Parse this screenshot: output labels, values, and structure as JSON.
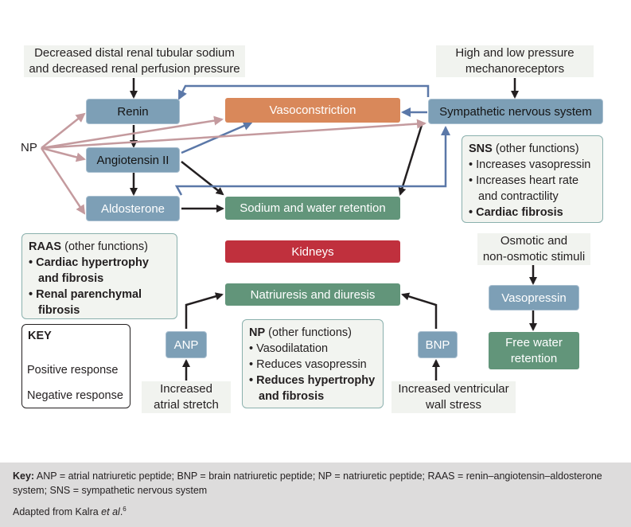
{
  "nodes": {
    "renin": "Renin",
    "angiotensin": "Angiotensin II",
    "aldosterone": "Aldosterone",
    "vasoconstriction": "Vasoconstriction",
    "sns": "Sympathetic nervous system",
    "sodium_retention": "Sodium and water retention",
    "kidneys": "Kidneys",
    "natriuresis": "Natriuresis and diuresis",
    "anp": "ANP",
    "bnp": "BNP",
    "vasopressin": "Vasopressin",
    "free_water_1": "Free water",
    "free_water_2": "retention",
    "np": "NP"
  },
  "captions": {
    "renal_1": "Decreased distal renal tubular sodium",
    "renal_2": "and decreased renal perfusion pressure",
    "mechano_1": "High and low pressure",
    "mechano_2": "mechanoreceptors",
    "osmotic_1": "Osmotic and",
    "osmotic_2": "non-osmotic stimuli",
    "atrial_1": "Increased",
    "atrial_2": "atrial stretch",
    "ventricular_1": "Increased ventricular",
    "ventricular_2": "wall stress"
  },
  "sns_panel": {
    "title": "SNS",
    "title_suffix": " (other functions)",
    "items": [
      "Increases vasopressin",
      "Increases heart rate and contractility"
    ],
    "bold_item": "Cardiac fibrosis"
  },
  "raas_panel": {
    "title": "RAAS",
    "title_suffix": " (other functions)",
    "bold_items": [
      "Cardiac hypertrophy and fibrosis",
      "Renal parenchymal fibrosis"
    ]
  },
  "np_panel": {
    "title": "NP",
    "title_suffix": " (other functions)",
    "items": [
      "Vasodilatation",
      "Reduces vasopressin"
    ],
    "bold_item": "Reduces hypertrophy and fibrosis"
  },
  "key": {
    "title": "KEY",
    "positive": "Positive response",
    "negative": "Negative response",
    "positive_color": "#5b78a8",
    "negative_color": "#c49a9e"
  },
  "footer": {
    "key_label": "Key:",
    "key_text": " ANP = atrial natriuretic peptide; BNP = brain natriuretic peptide; NP = natriuretic peptide; RAAS = renin–angiotensin–aldosterone system; SNS = sympathetic nervous system",
    "adapted_prefix": "Adapted from Kalra ",
    "adapted_italic": "et al",
    "adapted_suffix": ".",
    "superscript": "6"
  },
  "colors": {
    "blue_box": "#7d9fb6",
    "green_box": "#62957a",
    "orange_box": "#d9885a",
    "red_box": "#c0303d",
    "panel_border": "#8ab0ad"
  }
}
